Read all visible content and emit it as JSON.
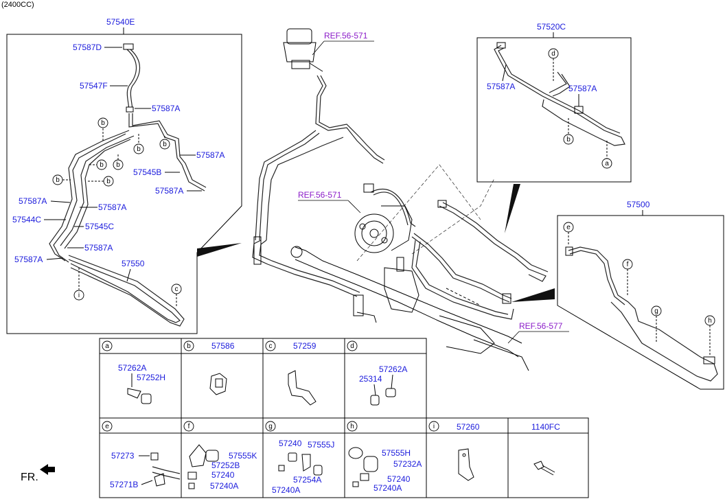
{
  "variant": "(2400CC)",
  "refs": {
    "r1": "REF.56-571",
    "r2": "REF.56-571",
    "r3": "REF.56-577"
  },
  "groups": {
    "left": "57540E",
    "right_top": "57520C",
    "right_bottom": "57500"
  },
  "left_labels": {
    "l1": "57587D",
    "l2": "57547F",
    "l3": "57587A",
    "l4": "57587A",
    "l5": "57545B",
    "l6": "57587A",
    "l7": "57587A",
    "l8": "57587A",
    "l9": "57544C",
    "l10": "57545C",
    "l11": "57587A",
    "l12": "57587A",
    "l13": "57550"
  },
  "rt_labels": {
    "a": "57587A",
    "b": "57587A"
  },
  "callouts": {
    "a": "a",
    "b": "b",
    "c": "c",
    "d": "d",
    "e": "e",
    "f": "f",
    "g": "g",
    "h": "h",
    "i": "i"
  },
  "table": {
    "row1": [
      {
        "key": "a",
        "title": "",
        "parts": [
          "57262A",
          "57252H"
        ]
      },
      {
        "key": "b",
        "title": "57586",
        "parts": []
      },
      {
        "key": "c",
        "title": "57259",
        "parts": []
      },
      {
        "key": "d",
        "title": "",
        "parts": [
          "57262A",
          "25314"
        ]
      }
    ],
    "row2": [
      {
        "key": "e",
        "title": "",
        "parts": [
          "57273",
          "57271B"
        ]
      },
      {
        "key": "f",
        "title": "",
        "parts": [
          "57555K",
          "57252B",
          "57240",
          "57240A"
        ]
      },
      {
        "key": "g",
        "title": "",
        "parts": [
          "57240",
          "57555J",
          "57254A",
          "57240A"
        ]
      },
      {
        "key": "h",
        "title": "",
        "parts": [
          "57555H",
          "57232A",
          "57240",
          "57240A"
        ]
      },
      {
        "key": "i",
        "title": "57260",
        "parts": []
      },
      {
        "key": "",
        "title": "1140FC",
        "parts": []
      }
    ]
  },
  "direction": "FR."
}
